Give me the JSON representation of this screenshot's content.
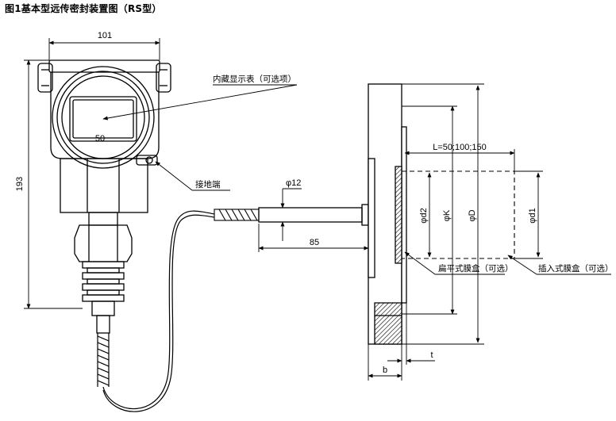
{
  "title": "图1基本型远传密封装置图（RS型）",
  "dimensions": {
    "width_101": "101",
    "height_193": "193",
    "dia_12": "φ12",
    "len_85": "85",
    "L_values": "L=50;100;150",
    "d2": "φd2",
    "K": "φK",
    "D": "φD",
    "d1": "φd1",
    "b": "b",
    "t": "t",
    "gauge_value": "50"
  },
  "labels": {
    "display": "内藏显示表（可选项）",
    "ground": "接地端",
    "flat_capsule": "扁平式膜盒（可选）",
    "insert_capsule": "插入式膜盒（可选）"
  }
}
